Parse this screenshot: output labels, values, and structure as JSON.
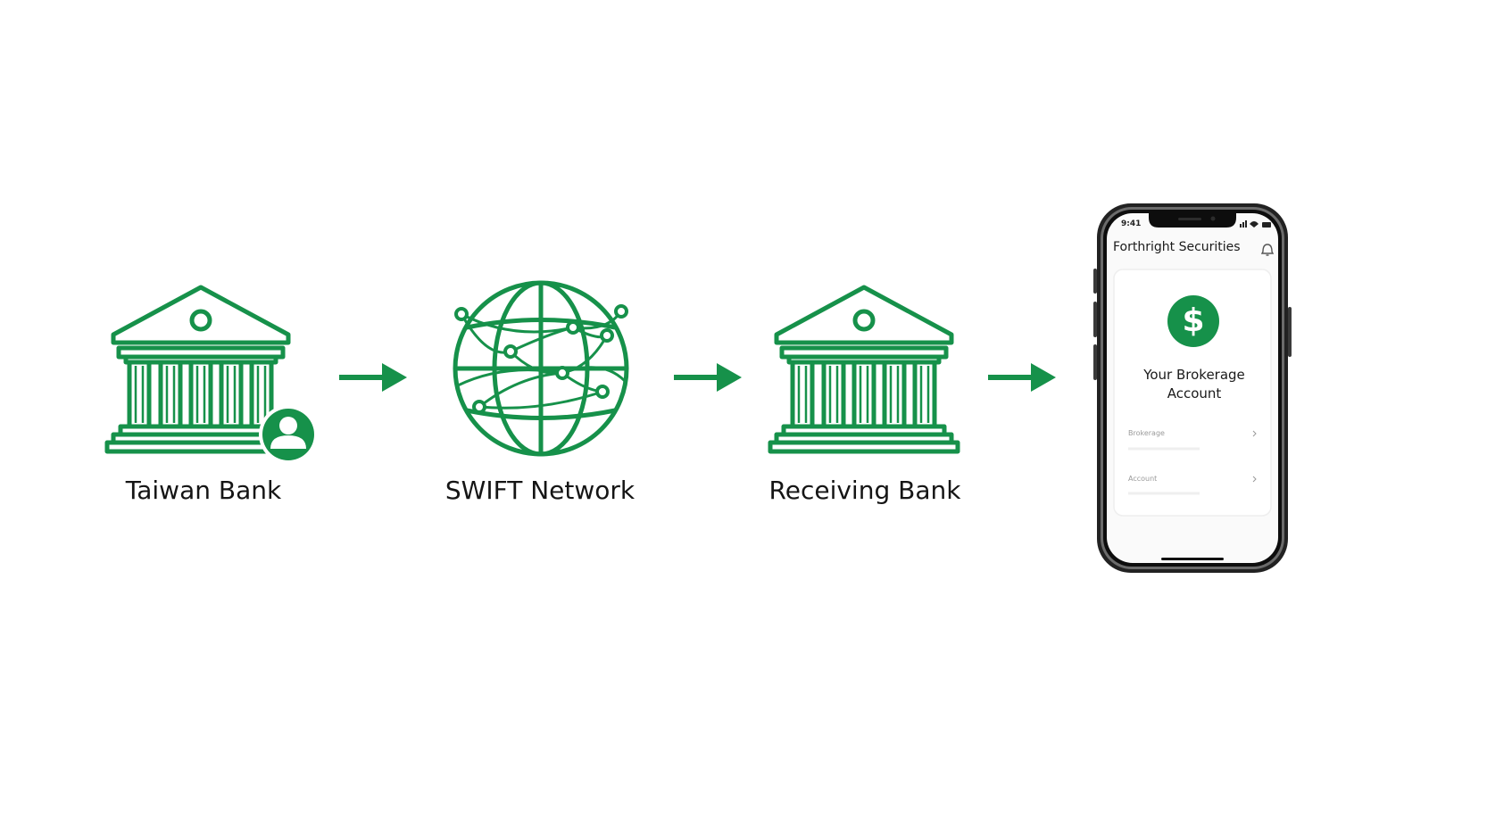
{
  "accent_color": "#16914a",
  "nodes": [
    {
      "label": "Taiwan Bank",
      "icon": "bank-with-user-icon"
    },
    {
      "label": "SWIFT Network",
      "icon": "globe-network-icon"
    },
    {
      "label": "Receiving Bank",
      "icon": "bank-icon"
    }
  ],
  "phone": {
    "status_time": "9:41",
    "app_title": "Forthright Securities",
    "card_title": "Your Brokerage Account",
    "currency_symbol": "$",
    "rows": [
      {
        "label": "Brokerage"
      },
      {
        "label": "Account"
      }
    ]
  }
}
